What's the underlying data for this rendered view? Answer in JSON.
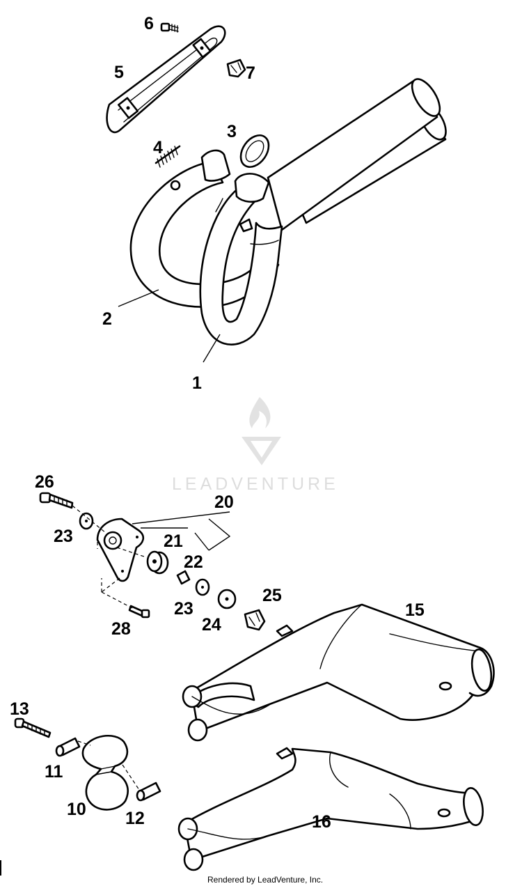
{
  "diagram": {
    "title": "",
    "callouts": [
      "1",
      "2",
      "3",
      "4",
      "5",
      "6",
      "7",
      "10",
      "11",
      "12",
      "13",
      "15",
      "16",
      "20",
      "21",
      "22",
      "23",
      "23",
      "24",
      "25",
      "26",
      "28"
    ],
    "parts": [
      {
        "ref": "1",
        "label": "1"
      },
      {
        "ref": "2",
        "label": "2"
      },
      {
        "ref": "3",
        "label": "3"
      },
      {
        "ref": "4",
        "label": "4"
      },
      {
        "ref": "5",
        "label": "5"
      },
      {
        "ref": "6",
        "label": "6"
      },
      {
        "ref": "7",
        "label": "7"
      },
      {
        "ref": "10",
        "label": "10"
      },
      {
        "ref": "11",
        "label": "11"
      },
      {
        "ref": "12",
        "label": "12"
      },
      {
        "ref": "13",
        "label": "13"
      },
      {
        "ref": "15",
        "label": "15"
      },
      {
        "ref": "16",
        "label": "16"
      },
      {
        "ref": "20",
        "label": "20"
      },
      {
        "ref": "21",
        "label": "21"
      },
      {
        "ref": "22",
        "label": "22"
      },
      {
        "ref": "23a",
        "label": "23"
      },
      {
        "ref": "23b",
        "label": "23"
      },
      {
        "ref": "24",
        "label": "24"
      },
      {
        "ref": "25",
        "label": "25"
      },
      {
        "ref": "26",
        "label": "26"
      },
      {
        "ref": "28",
        "label": "28"
      }
    ]
  },
  "watermark": {
    "text": "LEADVENTURE"
  },
  "footer": {
    "text": "Rendered by LeadVenture, Inc."
  }
}
